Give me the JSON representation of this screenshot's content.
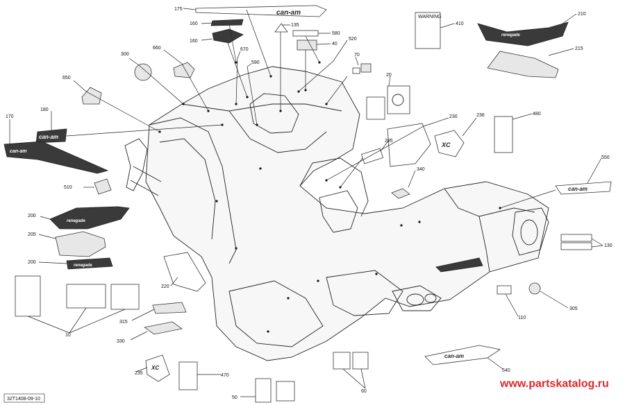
{
  "callouts": [
    {
      "id": "175",
      "label": "175"
    },
    {
      "id": "160a",
      "label": "160"
    },
    {
      "id": "160b",
      "label": "160"
    },
    {
      "id": "135",
      "label": "135"
    },
    {
      "id": "580",
      "label": "580"
    },
    {
      "id": "40",
      "label": "40"
    },
    {
      "id": "410",
      "label": "410"
    },
    {
      "id": "210",
      "label": "210"
    },
    {
      "id": "215",
      "label": "215"
    },
    {
      "id": "660",
      "label": "660"
    },
    {
      "id": "670",
      "label": "670"
    },
    {
      "id": "590",
      "label": "590"
    },
    {
      "id": "520",
      "label": "520"
    },
    {
      "id": "300",
      "label": "300"
    },
    {
      "id": "70",
      "label": "70"
    },
    {
      "id": "650",
      "label": "650"
    },
    {
      "id": "20",
      "label": "20"
    },
    {
      "id": "180",
      "label": "180"
    },
    {
      "id": "170",
      "label": "170"
    },
    {
      "id": "230",
      "label": "230"
    },
    {
      "id": "236",
      "label": "236"
    },
    {
      "id": "480",
      "label": "480"
    },
    {
      "id": "285",
      "label": "285"
    },
    {
      "id": "340",
      "label": "340"
    },
    {
      "id": "550",
      "label": "550"
    },
    {
      "id": "510",
      "label": "510"
    },
    {
      "id": "200a",
      "label": "200"
    },
    {
      "id": "205",
      "label": "205"
    },
    {
      "id": "200b",
      "label": "200"
    },
    {
      "id": "130",
      "label": "130"
    },
    {
      "id": "220",
      "label": "220"
    },
    {
      "id": "10",
      "label": "10"
    },
    {
      "id": "315",
      "label": "315"
    },
    {
      "id": "305",
      "label": "305"
    },
    {
      "id": "110",
      "label": "110"
    },
    {
      "id": "330",
      "label": "330"
    },
    {
      "id": "235",
      "label": "235"
    },
    {
      "id": "470",
      "label": "470"
    },
    {
      "id": "540",
      "label": "540"
    },
    {
      "id": "60",
      "label": "60"
    },
    {
      "id": "50",
      "label": "50"
    }
  ],
  "decal_texts": {
    "brand": "can-am",
    "model": "renegade",
    "model_short": "XC",
    "warning": "WARNING"
  },
  "reference_code": "32T1408-09-10",
  "watermark": "www.partskatalog.ru",
  "colors": {
    "line": "#222222",
    "decal_dark": "#3a3a3a",
    "watermark": "#e3262a"
  }
}
